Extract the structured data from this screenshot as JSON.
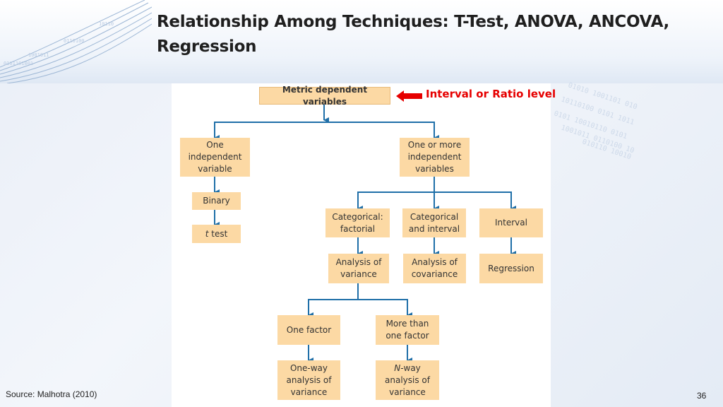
{
  "slide": {
    "title": "Relationship Among Techniques: T-Test, ANOVA, ANCOVA, Regression",
    "source": "Source: Malhotra (2010)",
    "page_number": "36",
    "callout": "Interval or Ratio level"
  },
  "diagram": {
    "nodes": {
      "metric": "Metric dependent variables",
      "one_indep": "One independent variable",
      "one_or_more": "One or more independent variables",
      "binary": "Binary",
      "t_test_italic": "t",
      "t_test_rest": " test",
      "cat_factorial": "Categorical: factorial",
      "cat_interval": "Categorical and interval",
      "interval": "Interval",
      "anova": "Analysis of variance",
      "ancova": "Analysis of covariance",
      "regression": "Regression",
      "one_factor": "One factor",
      "more_factor": "More than one factor",
      "oneway": "One-way analysis of variance",
      "nway_italic": "N",
      "nway_rest": "-way analysis of variance"
    }
  },
  "colors": {
    "node_fill": "#fcd9a4",
    "connector": "#1f6fa8",
    "callout": "#e60000"
  }
}
